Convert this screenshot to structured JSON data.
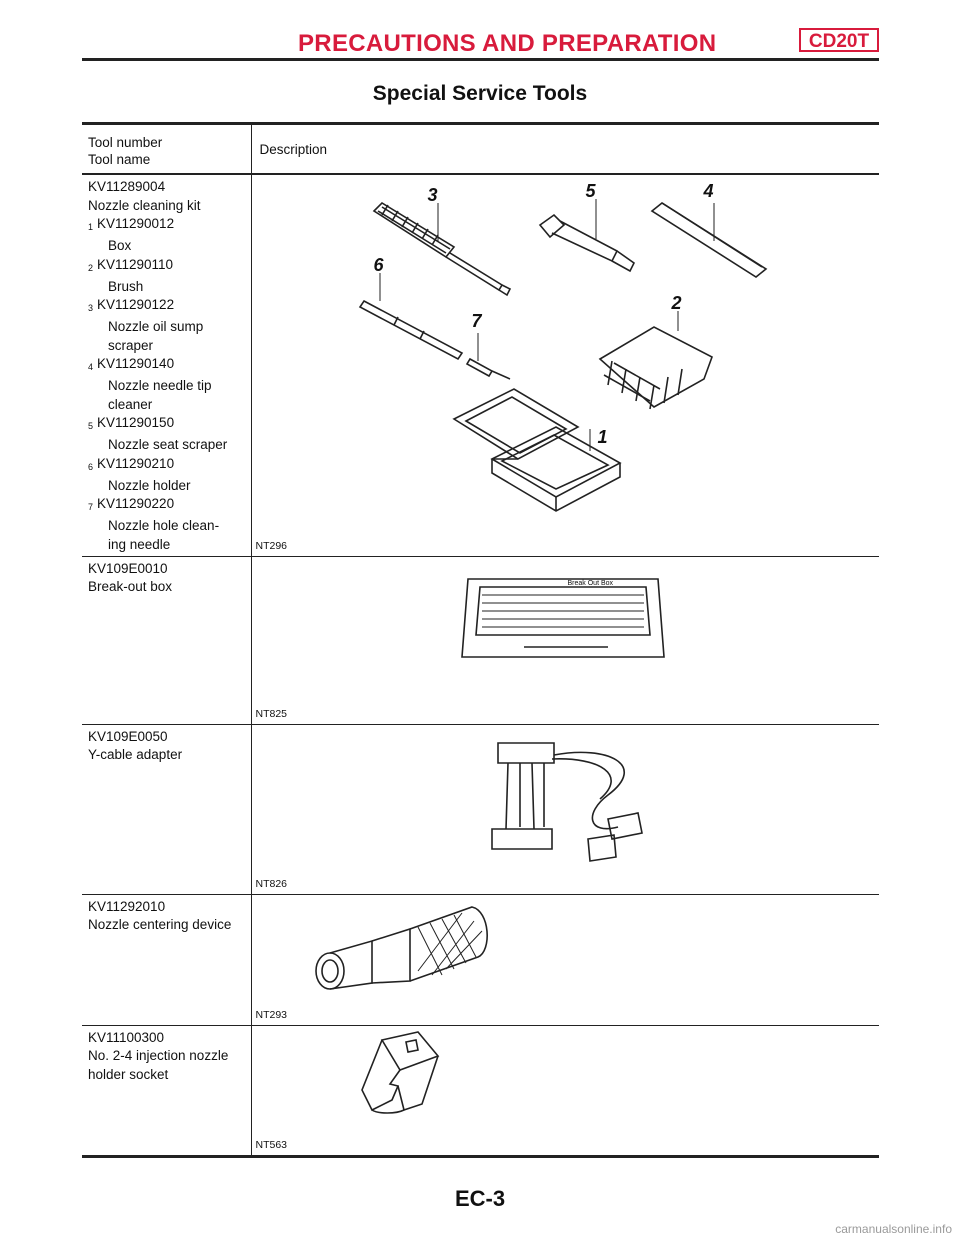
{
  "header": {
    "title": "PRECAUTIONS AND PREPARATION",
    "engine_code": "CD20T",
    "accent_color": "#d81b3c"
  },
  "page_title": "Special Service Tools",
  "table": {
    "col1_header": [
      "Tool number",
      "Tool name"
    ],
    "col2_header": "Description",
    "rows": [
      {
        "number": "KV11289004",
        "name": "Nozzle cleaning kit",
        "components": [
          {
            "index": "1",
            "number": "KV11290012",
            "name_lines": [
              "Box"
            ]
          },
          {
            "index": "2",
            "number": "KV11290110",
            "name_lines": [
              "Brush"
            ]
          },
          {
            "index": "3",
            "number": "KV11290122",
            "name_lines": [
              "Nozzle oil sump",
              "scraper"
            ]
          },
          {
            "index": "4",
            "number": "KV11290140",
            "name_lines": [
              "Nozzle needle tip",
              "cleaner"
            ]
          },
          {
            "index": "5",
            "number": "KV11290150",
            "name_lines": [
              "Nozzle seat scraper"
            ]
          },
          {
            "index": "6",
            "number": "KV11290210",
            "name_lines": [
              "Nozzle holder"
            ]
          },
          {
            "index": "7",
            "number": "KV11290220",
            "name_lines": [
              "Nozzle hole clean-",
              "ing needle"
            ]
          }
        ],
        "figure_code": "NT296",
        "figure_callouts": [
          "1",
          "2",
          "3",
          "4",
          "5",
          "6",
          "7"
        ]
      },
      {
        "number": "KV109E0010",
        "name_lines": [
          "Break-out box"
        ],
        "figure_code": "NT825",
        "figure_label": "Break Out Box"
      },
      {
        "number": "KV109E0050",
        "name_lines": [
          "Y-cable adapter"
        ],
        "figure_code": "NT826"
      },
      {
        "number": "KV11292010",
        "name_lines": [
          "Nozzle centering device"
        ],
        "figure_code": "NT293"
      },
      {
        "number": "KV11100300",
        "name_lines": [
          "No. 2-4 injection nozzle",
          "holder socket"
        ],
        "figure_code": "NT563"
      }
    ]
  },
  "footer": {
    "page_code": "EC-3",
    "watermark": "carmanualsonline.info"
  }
}
